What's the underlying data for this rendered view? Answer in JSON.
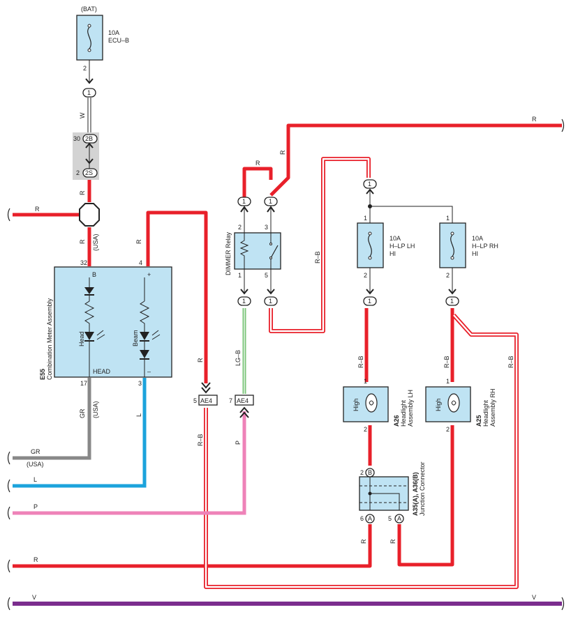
{
  "colors": {
    "red": "#e8202a",
    "white": "#ffffff",
    "gray": "#888888",
    "blue": "#1ca3dc",
    "pink": "#ee82b8",
    "green": "#7cc67a",
    "violet": "#7b2d8e",
    "component_fill": "#bfe3f3",
    "relay_box_shade": "#d3d3d3"
  },
  "power": {
    "label": "(BAT)"
  },
  "fuses": {
    "ecu_b": {
      "rating": "10A",
      "name": "ECU–B",
      "pin": "2"
    },
    "hlp_lh": {
      "rating": "10A",
      "name": "H–LP LH",
      "sub": "HI",
      "pin_top": "1",
      "pin_bottom": "2"
    },
    "hlp_rh": {
      "rating": "10A",
      "name": "H–LP RH",
      "sub": "HI",
      "pin_top": "1",
      "pin_bottom": "2"
    }
  },
  "connectors": {
    "c1": "1",
    "c2b": "2B",
    "c2b_pin": "30",
    "c2s": "2S",
    "c2s_pin": "2",
    "ae4": "AE4",
    "ae4_left_pin": "5",
    "ae4_right_pin": "7",
    "jc_b": "B",
    "jc_a": "A",
    "jc_pin_b": "2",
    "jc_pin_6": "6",
    "jc_pin_5": "5"
  },
  "wires": {
    "w": "W",
    "r": "R",
    "gr": "GR",
    "l": "L",
    "p": "P",
    "v": "V",
    "rb": "R–B",
    "lgb": "LG–B",
    "usa": "(USA)"
  },
  "meter": {
    "id": "E55",
    "name": "Combination Meter Assembly",
    "pin_b_num": "32",
    "pin_b": "B",
    "pin_plus_num": "4",
    "pin_plus": "+",
    "pin_head_num": "17",
    "pin_head": "HEAD",
    "pin_minus_num": "3",
    "pin_minus": "–",
    "head_label": "Head",
    "beam_label": "Beam"
  },
  "relay": {
    "name": "DIMMER Relay",
    "pin2": "2",
    "pin3": "3",
    "pin1": "1",
    "pin5": "5"
  },
  "headlights": {
    "lh": {
      "id": "A26",
      "name": "Headlight",
      "name2": "Assembly LH",
      "label": "High",
      "pin1": "1",
      "pin2": "2"
    },
    "rh": {
      "id": "A25",
      "name": "Headlight",
      "name2": "Assembly RH",
      "label": "High",
      "pin1": "1",
      "pin2": "2"
    }
  },
  "junction": {
    "id": "A35(A), A36(B)",
    "name": "Junction Connector"
  }
}
